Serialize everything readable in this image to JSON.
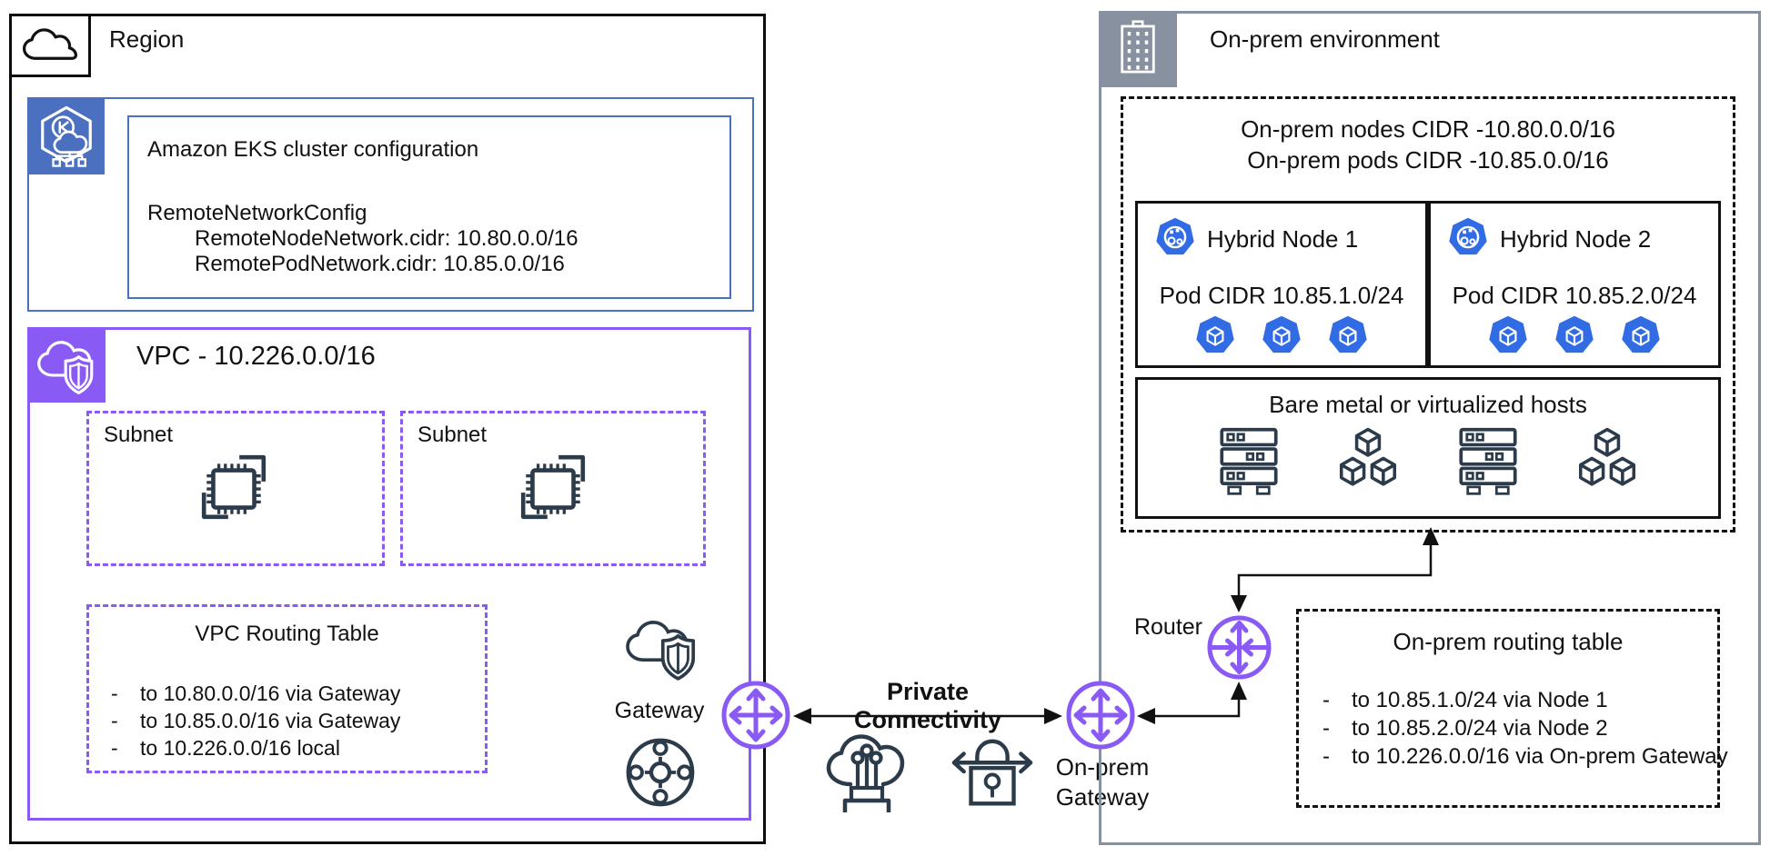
{
  "colors": {
    "eks_blue": "#4b70c0",
    "vpc_purple": "#8a5af5",
    "onprem_gray": "#87919f",
    "icon_navy": "#2b3b4a",
    "k8s_blue": "#326ce5",
    "line_black": "#111111"
  },
  "region": {
    "label": "Region",
    "eks": {
      "title": "Amazon EKS cluster configuration",
      "config_heading": "RemoteNetworkConfig",
      "config_lines": [
        "RemoteNodeNetwork.cidr: 10.80.0.0/16",
        "RemotePodNetwork.cidr: 10.85.0.0/16"
      ]
    },
    "vpc": {
      "title": "VPC - 10.226.0.0/16",
      "subnet1_label": "Subnet",
      "subnet2_label": "Subnet",
      "routing_table": {
        "title": "VPC Routing Table",
        "routes": [
          "to 10.80.0.0/16 via Gateway",
          "to 10.85.0.0/16 via Gateway",
          "to 10.226.0.0/16 local"
        ]
      },
      "gateway_label": "Gateway"
    }
  },
  "middle": {
    "private_connectivity_label": "Private Connectivity"
  },
  "onprem": {
    "label": "On-prem environment",
    "cidr_line1": "On-prem nodes CIDR -10.80.0.0/16",
    "cidr_line2": "On-prem pods CIDR -10.85.0.0/16",
    "node1": {
      "name": "Hybrid Node 1",
      "pod_cidr": "Pod CIDR 10.85.1.0/24"
    },
    "node2": {
      "name": "Hybrid Node 2",
      "pod_cidr": "Pod CIDR 10.85.2.0/24"
    },
    "hosts_label": "Bare metal or virtualized hosts",
    "router_label": "Router",
    "gateway_label": "On-prem\nGateway",
    "routing_table": {
      "title": "On-prem routing table",
      "routes": [
        "to 10.85.1.0/24 via Node 1",
        "to 10.85.2.0/24 via Node 2",
        "to 10.226.0.0/16 via On-prem Gateway"
      ]
    }
  }
}
